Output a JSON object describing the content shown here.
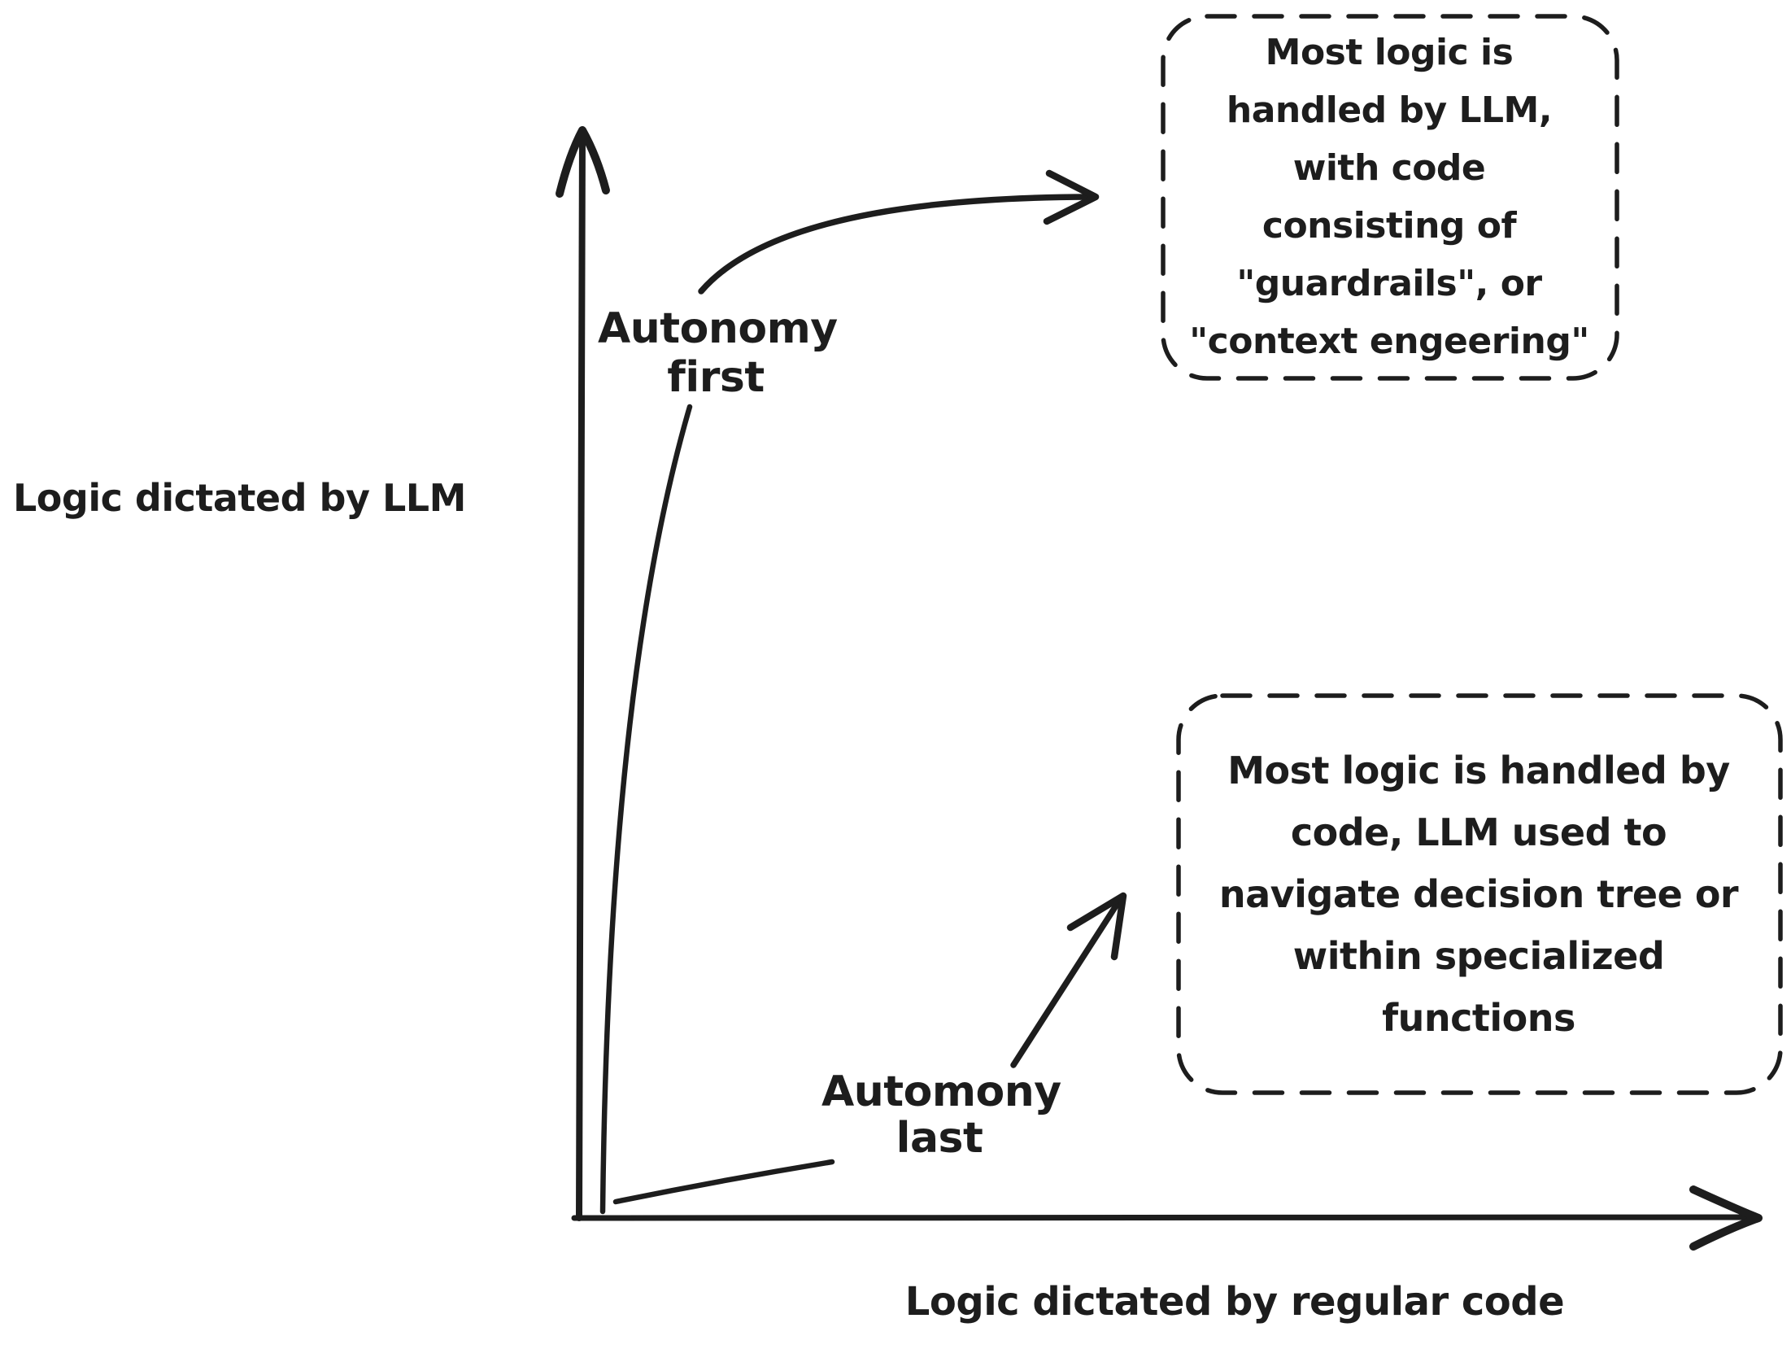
{
  "canvas": {
    "background_color": "#ffffff",
    "ink_color": "#1d1d1d"
  },
  "axes": {
    "y_label": "Logic dictated by LLM",
    "x_label": "Logic dictated by regular code"
  },
  "curve_labels": {
    "autonomy_first": "Autonomy\nfirst",
    "autonomy_last": "Automony\nlast"
  },
  "callouts": {
    "llm_first": "Most logic is\nhandled by LLM,\nwith code\nconsisting of\n\"guardrails\", or\n\"context engeering\"",
    "code_first": "Most logic is handled by\ncode, LLM used to\nnavigate decision tree or\nwithin specialized\nfunctions"
  },
  "chart_data": {
    "type": "line",
    "title": "",
    "xlabel": "Logic dictated by regular code",
    "ylabel": "Logic dictated by LLM",
    "xlim": [
      0,
      1
    ],
    "ylim": [
      0,
      1
    ],
    "grid": false,
    "legend_position": "inline-labels",
    "series": [
      {
        "name": "Autonomy first",
        "x": [
          0.0,
          0.02,
          0.027,
          0.046,
          0.08,
          0.091
        ],
        "y": [
          0.0,
          0.155,
          0.305,
          0.53,
          0.68,
          0.75
        ]
      },
      {
        "name": "Automony last",
        "x": [
          0.028,
          0.12,
          0.213
        ],
        "y": [
          0.015,
          0.035,
          0.052
        ]
      }
    ],
    "annotations": [
      {
        "text": "Most logic is handled by LLM, with code consisting of \"guardrails\", or \"context engeering\"",
        "style": "dashed-rounded-box",
        "points_from": "Autonomy first"
      },
      {
        "text": "Most logic is handled by code, LLM used to navigate decision tree or within specialized functions",
        "style": "dashed-rounded-box",
        "points_from": "Automony last"
      }
    ]
  }
}
